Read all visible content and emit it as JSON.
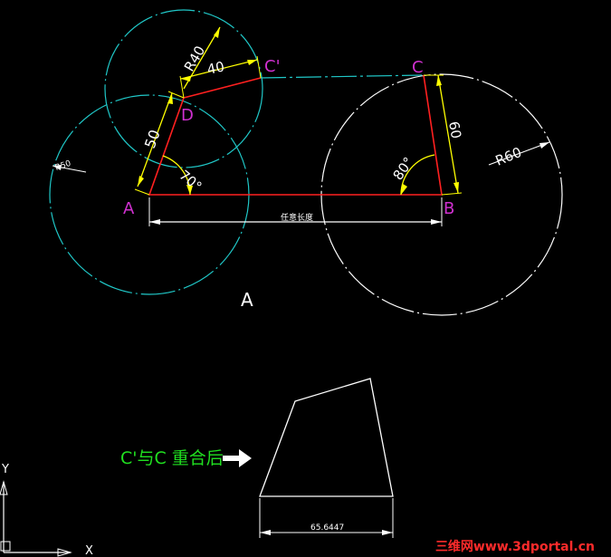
{
  "points": {
    "A": "A",
    "B": "B",
    "C": "C",
    "C_prime": "C'",
    "D": "D"
  },
  "dimensions": {
    "r40": "R40",
    "d40": "40",
    "d50": "50",
    "r50": "R50",
    "angle70": "70°",
    "d60": "60",
    "angle80": "80°",
    "r60": "R60",
    "arbitrary_length": "任意长度",
    "result_base": "65.6447"
  },
  "figure_label": "A",
  "result_caption": "C'与C 重合后",
  "axes": {
    "y": "Y",
    "x": "X"
  },
  "watermark": "三维网www.3dportal.cn",
  "colors": {
    "background": "#000000",
    "cyan": "#20c8c8",
    "white": "#ffffff",
    "red": "#ff2020",
    "yellow": "#ffff00",
    "magenta": "#d030d0",
    "green": "#20e020",
    "watermark": "#ff2b2b"
  }
}
